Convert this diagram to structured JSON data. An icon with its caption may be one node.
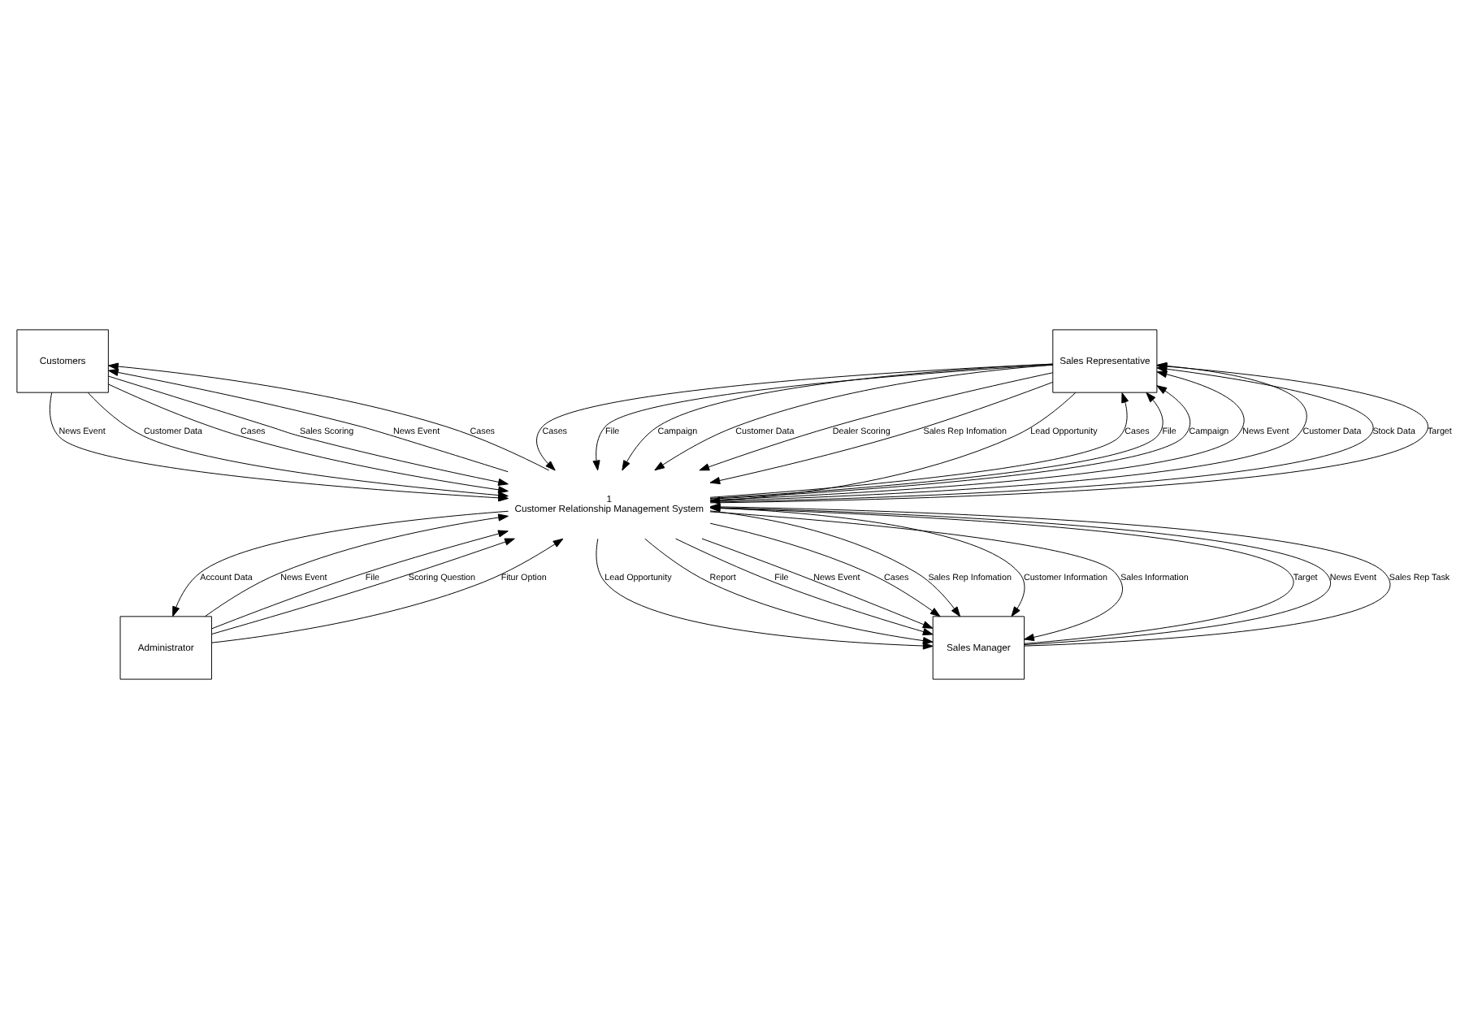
{
  "diagram": {
    "nodes": [
      {
        "text": [
          "Customers"
        ]
      },
      {
        "text": [
          "Sales Representative"
        ]
      },
      {
        "text": [
          "1",
          "Customer Relationship Management System"
        ]
      },
      {
        "text": [
          "Administrator"
        ]
      },
      {
        "text": [
          "Sales Manager"
        ]
      }
    ],
    "edges": [
      {
        "from": 2,
        "to": 0,
        "label": "News Event",
        "arrow": "to"
      },
      {
        "from": 0,
        "to": 2,
        "label": "News Event",
        "arrow": "to"
      },
      {
        "from": 0,
        "to": 2,
        "label": "Customer Data",
        "arrow": "to"
      },
      {
        "from": 0,
        "to": 2,
        "label": "Cases",
        "arrow": "to"
      },
      {
        "from": 2,
        "to": 0,
        "label": "Cases",
        "arrow": "to"
      },
      {
        "from": 0,
        "to": 2,
        "label": "Sales Scoring",
        "arrow": "to"
      },
      {
        "from": 1,
        "to": 2,
        "label": "Cases",
        "arrow": "to"
      },
      {
        "from": 2,
        "to": 1,
        "label": "Cases",
        "arrow": "to"
      },
      {
        "from": 1,
        "to": 2,
        "label": "File",
        "arrow": "to"
      },
      {
        "from": 2,
        "to": 1,
        "label": "File",
        "arrow": "to"
      },
      {
        "from": 2,
        "to": 1,
        "label": "Campaign",
        "arrow": "to"
      },
      {
        "from": 1,
        "to": 2,
        "label": "Campaign",
        "arrow": "to"
      },
      {
        "from": 2,
        "to": 1,
        "label": "News Event",
        "arrow": "to"
      },
      {
        "from": 2,
        "to": 1,
        "label": "Customer Data",
        "arrow": "to"
      },
      {
        "from": 1,
        "to": 2,
        "label": "Customer Data",
        "arrow": "to"
      },
      {
        "from": 2,
        "to": 1,
        "label": "Stock Data",
        "arrow": "to"
      },
      {
        "from": 1,
        "to": 2,
        "label": "Dealer Scoring",
        "arrow": "to"
      },
      {
        "from": 2,
        "to": 1,
        "label": "Target",
        "arrow": "to"
      },
      {
        "from": 1,
        "to": 2,
        "label": "Sales Rep Infomation",
        "arrow": "to"
      },
      {
        "from": 1,
        "to": 2,
        "label": "Lead Opportunity",
        "arrow": "to"
      },
      {
        "from": 3,
        "to": 2,
        "label": "News Event",
        "arrow": "to"
      },
      {
        "from": 3,
        "to": 2,
        "label": "File",
        "arrow": "to"
      },
      {
        "from": 3,
        "to": 2,
        "label": "Scoring Question",
        "arrow": "to"
      },
      {
        "from": 3,
        "to": 2,
        "label": "Fitur Option",
        "arrow": "to"
      },
      {
        "from": 2,
        "to": 3,
        "label": "Account Data",
        "arrow": "to"
      },
      {
        "from": 2,
        "to": 4,
        "label": "Lead Opportunity",
        "arrow": "to"
      },
      {
        "from": 4,
        "to": 2,
        "label": "Target",
        "arrow": "to"
      },
      {
        "from": 2,
        "to": 4,
        "label": "Report",
        "arrow": "to"
      },
      {
        "from": 4,
        "to": 2,
        "label": "News Event",
        "arrow": "to"
      },
      {
        "from": 2,
        "to": 4,
        "label": "File",
        "arrow": "to"
      },
      {
        "from": 2,
        "to": 4,
        "label": "News Event",
        "arrow": "to"
      },
      {
        "from": 2,
        "to": 4,
        "label": "Cases",
        "arrow": "to"
      },
      {
        "from": 2,
        "to": 4,
        "label": "Sales Rep Infomation",
        "arrow": "to"
      },
      {
        "from": 2,
        "to": 4,
        "label": "Customer Information",
        "arrow": "to"
      },
      {
        "from": 2,
        "to": 4,
        "label": "Sales Information",
        "arrow": "to"
      },
      {
        "from": 4,
        "to": 2,
        "label": "Sales Rep Task",
        "arrow": "to"
      }
    ]
  }
}
